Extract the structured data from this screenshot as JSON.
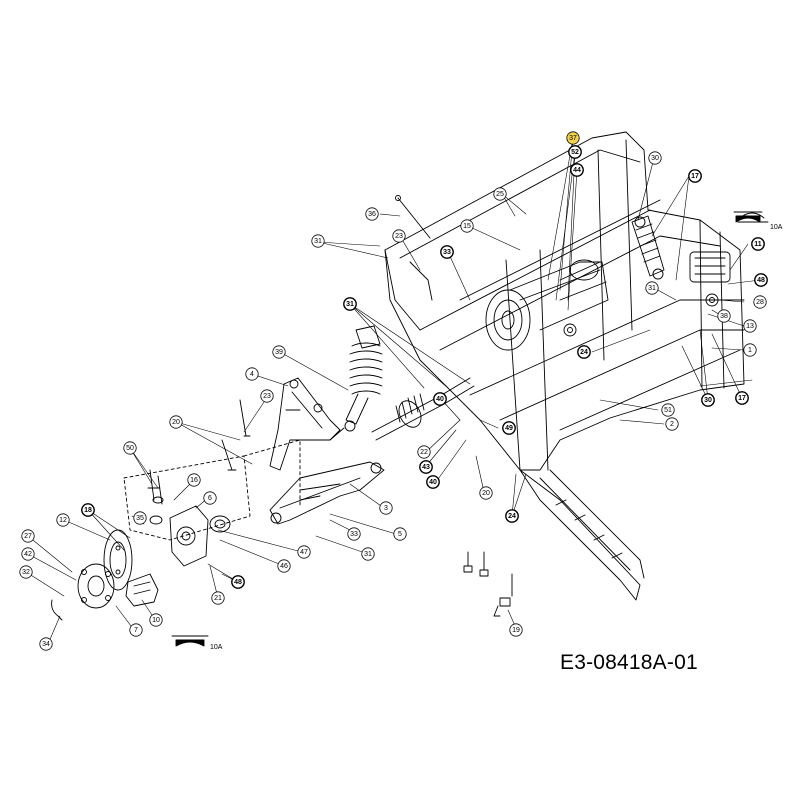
{
  "drawing_code": "E3-08418A-01",
  "colors": {
    "line": "#000000",
    "highlight": "#f2d24a",
    "background": "#ffffff"
  },
  "callouts": [
    {
      "id": "37",
      "label": "37",
      "highlight": true
    },
    {
      "id": "52",
      "label": "52",
      "bold": true
    },
    {
      "id": "44",
      "label": "44",
      "bold": true
    },
    {
      "id": "30-top",
      "label": "30"
    },
    {
      "id": "17-top",
      "label": "17",
      "bold": true
    },
    {
      "id": "25",
      "label": "25"
    },
    {
      "id": "36",
      "label": "36"
    },
    {
      "id": "15",
      "label": "15"
    },
    {
      "id": "31-a",
      "label": "31"
    },
    {
      "id": "23-a",
      "label": "23"
    },
    {
      "id": "33-a",
      "label": "33",
      "bold": true
    },
    {
      "id": "11",
      "label": "11",
      "bold": true
    },
    {
      "id": "48-r",
      "label": "48",
      "bold": true
    },
    {
      "id": "28",
      "label": "28"
    },
    {
      "id": "31-r",
      "label": "31"
    },
    {
      "id": "38",
      "label": "38"
    },
    {
      "id": "13",
      "label": "13"
    },
    {
      "id": "1",
      "label": "1"
    },
    {
      "id": "31-b",
      "label": "31",
      "bold": true
    },
    {
      "id": "24-a",
      "label": "24",
      "bold": true
    },
    {
      "id": "30-b",
      "label": "30",
      "bold": true
    },
    {
      "id": "17-b",
      "label": "17",
      "bold": true
    },
    {
      "id": "39",
      "label": "39"
    },
    {
      "id": "4",
      "label": "4"
    },
    {
      "id": "51",
      "label": "51"
    },
    {
      "id": "2",
      "label": "2"
    },
    {
      "id": "23-b",
      "label": "23"
    },
    {
      "id": "20-a",
      "label": "20"
    },
    {
      "id": "40-a",
      "label": "40",
      "bold": true
    },
    {
      "id": "49",
      "label": "49",
      "bold": true
    },
    {
      "id": "22",
      "label": "22"
    },
    {
      "id": "43",
      "label": "43",
      "bold": true
    },
    {
      "id": "40-b",
      "label": "40",
      "bold": true
    },
    {
      "id": "20-b",
      "label": "20"
    },
    {
      "id": "24-b",
      "label": "24",
      "bold": true
    },
    {
      "id": "50",
      "label": "50"
    },
    {
      "id": "16",
      "label": "16"
    },
    {
      "id": "6",
      "label": "6"
    },
    {
      "id": "3",
      "label": "3"
    },
    {
      "id": "18",
      "label": "18",
      "bold": true
    },
    {
      "id": "12",
      "label": "12"
    },
    {
      "id": "27",
      "label": "27"
    },
    {
      "id": "35",
      "label": "35"
    },
    {
      "id": "33-b",
      "label": "33"
    },
    {
      "id": "5",
      "label": "5"
    },
    {
      "id": "31-c",
      "label": "31"
    },
    {
      "id": "42",
      "label": "42"
    },
    {
      "id": "47",
      "label": "47"
    },
    {
      "id": "46",
      "label": "46"
    },
    {
      "id": "32",
      "label": "32"
    },
    {
      "id": "48-b",
      "label": "48",
      "bold": true
    },
    {
      "id": "21",
      "label": "21"
    },
    {
      "id": "10",
      "label": "10"
    },
    {
      "id": "7",
      "label": "7"
    },
    {
      "id": "34",
      "label": "34"
    },
    {
      "id": "19",
      "label": "19"
    }
  ],
  "part_labels": [
    {
      "id": "10A-top",
      "label": "10A"
    },
    {
      "id": "10A-bottom",
      "label": "10A"
    }
  ]
}
